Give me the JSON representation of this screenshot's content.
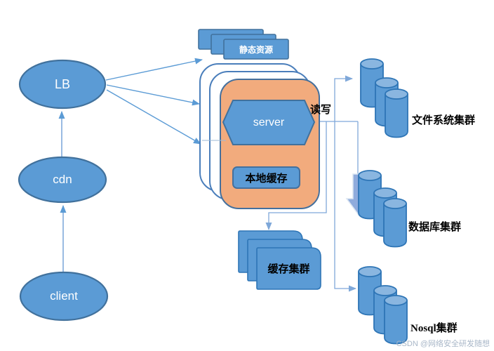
{
  "diagram": {
    "title_none": "",
    "nodes": {
      "lb": {
        "label": "LB",
        "shape": "ellipse"
      },
      "cdn": {
        "label": "cdn",
        "shape": "ellipse"
      },
      "client": {
        "label": "client",
        "shape": "ellipse"
      },
      "server": {
        "label": "server",
        "shape": "hexagon"
      },
      "static_resources": {
        "label": "静态资源",
        "shape": "stacked-rectangles"
      },
      "local_cache": {
        "label": "本地缓存",
        "shape": "rectangle"
      },
      "cache_cluster": {
        "label": "缓存集群",
        "shape": "stacked-rounded-rectangles"
      },
      "file_system_cluster": {
        "label": "文件系统集群",
        "shape": "cylinder-stack"
      },
      "database_cluster": {
        "label": "数据库集群",
        "shape": "cylinder-stack"
      },
      "nosql_cluster": {
        "label": "Nosql集群",
        "shape": "cylinder-stack"
      }
    },
    "edge_labels": {
      "read_write": "读写"
    },
    "edges": [
      {
        "from": "client",
        "to": "cdn"
      },
      {
        "from": "cdn",
        "to": "lb"
      },
      {
        "from": "lb",
        "to": "static_resources"
      },
      {
        "from": "lb",
        "to": "app-server-container"
      },
      {
        "from": "lb",
        "to": "app-server-container"
      },
      {
        "from": "server",
        "to": "file_system_cluster",
        "label": "读写"
      },
      {
        "from": "server",
        "to": "database_cluster",
        "label": "读写"
      },
      {
        "from": "server",
        "to": "nosql_cluster",
        "label": "读写"
      },
      {
        "from": "server",
        "to": "cache_cluster",
        "label": "读写"
      }
    ],
    "watermark": "CSDN @网络安全研发随想",
    "colors": {
      "node_fill": "#5b9bd5",
      "node_border": "#41719c",
      "cylinder_top": "#8ab6e0",
      "cylinder_border": "#2e75b6",
      "container_fill": "#f2ab7d",
      "container_border": "#44709d",
      "white_box_border": "#4a7ebb",
      "connector": "#7fa8d9",
      "lb_arrow": "#5b9bd5",
      "block_arrow_fill": "#8fabdc",
      "text_light": "#ffffff",
      "text_dark": "#000000",
      "watermark": "#a9b7c8"
    }
  }
}
